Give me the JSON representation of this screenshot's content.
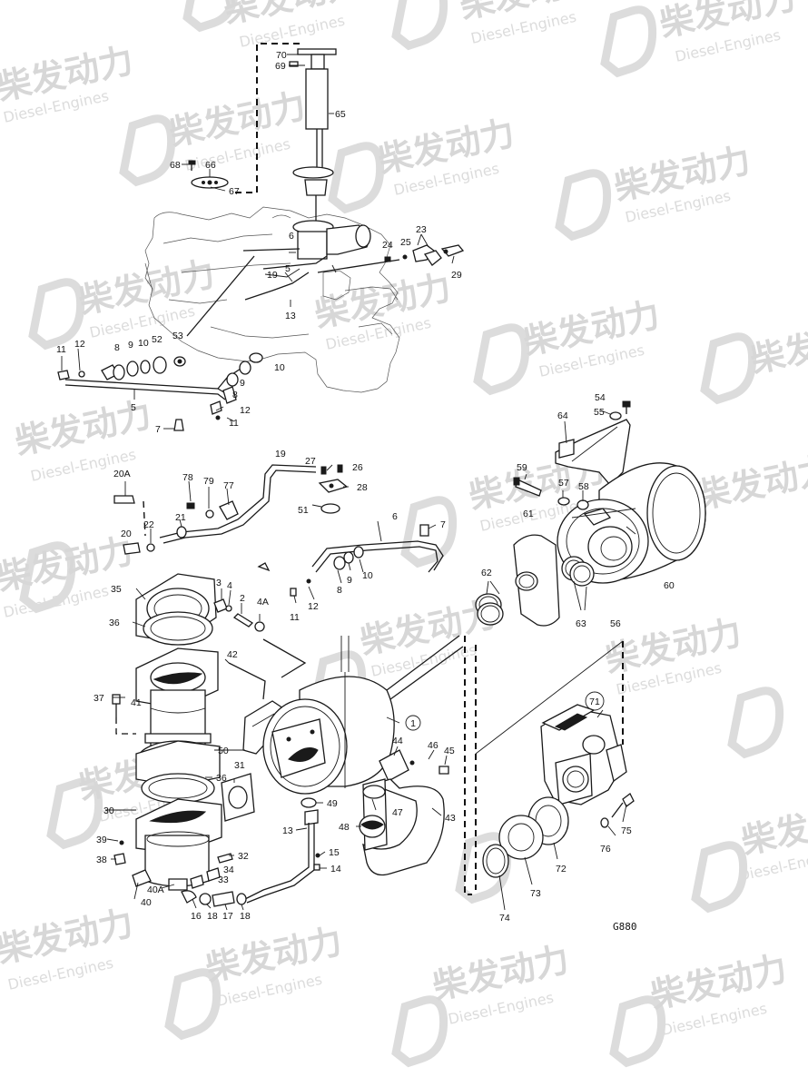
{
  "watermark": {
    "brand": "柴发动力",
    "subtitle": "Diesel-Engines",
    "color": "#d7d7d7"
  },
  "drawing_number": "G880",
  "circled_labels": [
    "1",
    "71"
  ],
  "labels": {
    "l70": "70",
    "l69": "69",
    "l65": "65",
    "l68": "68",
    "l66": "66",
    "l67": "67",
    "l6a": "6",
    "l5a": "5",
    "l19a": "19",
    "l13a": "13",
    "l24": "24",
    "l25": "25",
    "l23": "23",
    "l29": "29",
    "l11a": "11",
    "l12a": "12",
    "l8a": "8",
    "l9a": "9",
    "l10a": "10",
    "l52": "52",
    "l53": "53",
    "l10b": "10",
    "l9b": "9",
    "l8b": "8",
    "l5b": "5",
    "l12b": "12",
    "l11b": "11",
    "l7a": "7",
    "l54": "54",
    "l55": "55",
    "l64": "64",
    "l19b": "19",
    "l27": "27",
    "l26": "26",
    "l28": "28",
    "l51": "51",
    "l20A": "20A",
    "l78": "78",
    "l79": "79",
    "l77": "77",
    "l21": "21",
    "l22": "22",
    "l20": "20",
    "l6b": "6",
    "l7b": "7",
    "l9c": "9",
    "l10c": "10",
    "l8c": "8",
    "l11c": "11",
    "l12c": "12",
    "l59": "59",
    "l57": "57",
    "l58": "58",
    "l61": "61",
    "l60": "60",
    "l62": "62",
    "l63": "63",
    "l56": "56",
    "l35": "35",
    "l36a": "36",
    "l3": "3",
    "l4": "4",
    "l2": "2",
    "l4A": "4A",
    "l42": "42",
    "l37": "37",
    "l41": "41",
    "l50": "50",
    "l44": "44",
    "l46": "46",
    "l45": "45",
    "l36b": "36",
    "l31": "31",
    "l49": "49",
    "l47": "47",
    "l48": "48",
    "l43": "43",
    "l30": "30",
    "l13b": "13",
    "l39": "39",
    "l38": "38",
    "l15": "15",
    "l14": "14",
    "l32": "32",
    "l34": "34",
    "l33": "33",
    "l40A": "40A",
    "l40": "40",
    "l16": "16",
    "l18a": "18",
    "l17": "17",
    "l18b": "18",
    "l75": "75",
    "l76": "76",
    "l72": "72",
    "l73": "73",
    "l74": "74"
  }
}
